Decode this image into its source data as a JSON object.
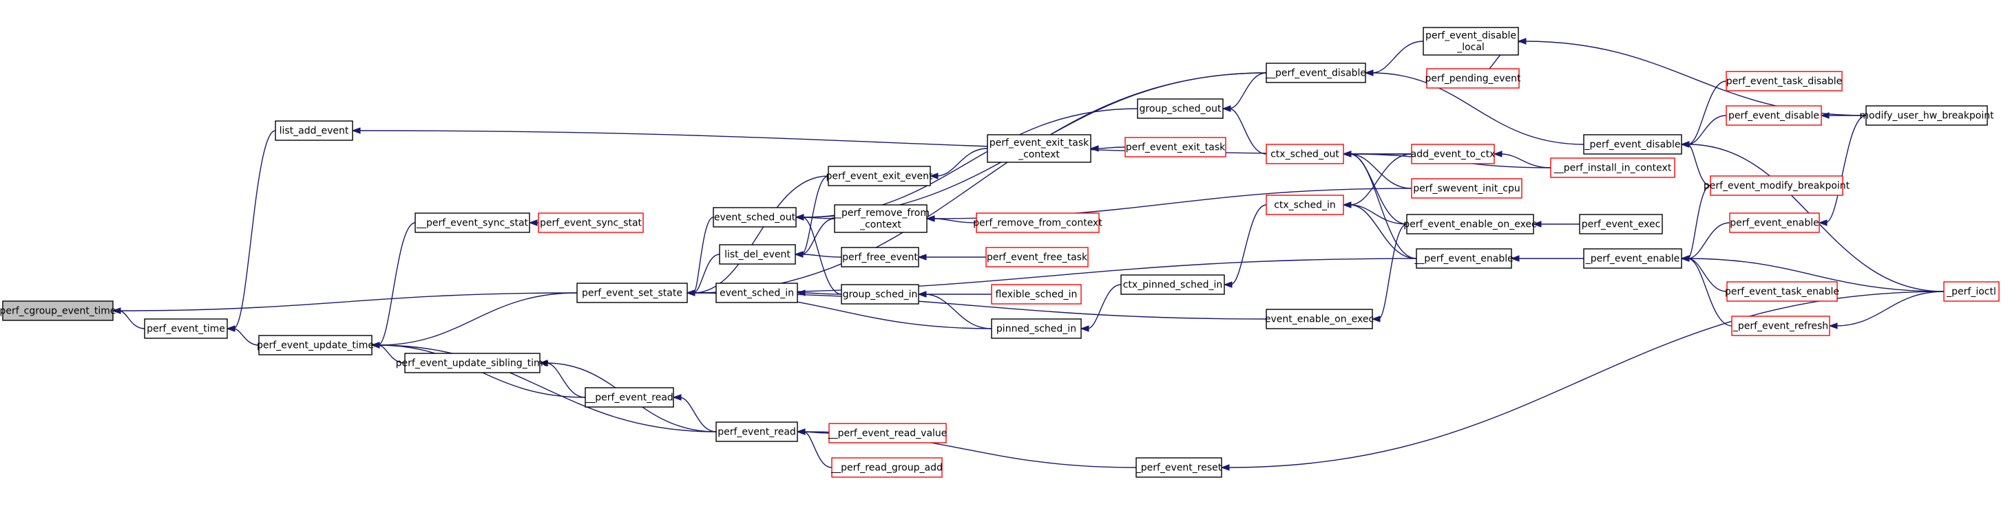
{
  "graph": {
    "nodes": [
      {
        "id": "n00",
        "lines": [
          "perf_cgroup_event_time"
        ],
        "kind": "root"
      },
      {
        "id": "n01",
        "lines": [
          "perf_event_time"
        ],
        "kind": "normal"
      },
      {
        "id": "n02",
        "lines": [
          "list_add_event"
        ],
        "kind": "normal"
      },
      {
        "id": "n03",
        "lines": [
          "perf_event_update_time"
        ],
        "kind": "normal"
      },
      {
        "id": "n04",
        "lines": [
          "__perf_event_sync_stat"
        ],
        "kind": "normal"
      },
      {
        "id": "n05",
        "lines": [
          "perf_event_update_sibling_time"
        ],
        "kind": "normal"
      },
      {
        "id": "n06",
        "lines": [
          "perf_event_set_state"
        ],
        "kind": "normal"
      },
      {
        "id": "n07",
        "lines": [
          "__perf_event_read"
        ],
        "kind": "normal"
      },
      {
        "id": "n08",
        "lines": [
          "perf_event_read"
        ],
        "kind": "normal"
      },
      {
        "id": "n09",
        "lines": [
          "perf_event_sync_stat"
        ],
        "kind": "red"
      },
      {
        "id": "n10",
        "lines": [
          "event_sched_out"
        ],
        "kind": "normal"
      },
      {
        "id": "n11",
        "lines": [
          "list_del_event"
        ],
        "kind": "normal"
      },
      {
        "id": "n12",
        "lines": [
          "event_sched_in"
        ],
        "kind": "normal"
      },
      {
        "id": "n13",
        "lines": [
          "perf_event_exit_event"
        ],
        "kind": "normal"
      },
      {
        "id": "n14",
        "lines": [
          "__perf_remove_from",
          "_context"
        ],
        "kind": "normal"
      },
      {
        "id": "n15",
        "lines": [
          "perf_free_event"
        ],
        "kind": "normal"
      },
      {
        "id": "n16",
        "lines": [
          "group_sched_in"
        ],
        "kind": "normal"
      },
      {
        "id": "n17",
        "lines": [
          "__perf_event_read_value"
        ],
        "kind": "red"
      },
      {
        "id": "n18",
        "lines": [
          "__perf_read_group_add"
        ],
        "kind": "red"
      },
      {
        "id": "n19",
        "lines": [
          "perf_event_exit_task",
          "_context"
        ],
        "kind": "normal"
      },
      {
        "id": "n20",
        "lines": [
          "perf_remove_from_context"
        ],
        "kind": "red"
      },
      {
        "id": "n21",
        "lines": [
          "perf_event_free_task"
        ],
        "kind": "red"
      },
      {
        "id": "n22",
        "lines": [
          "flexible_sched_in"
        ],
        "kind": "red"
      },
      {
        "id": "n23",
        "lines": [
          "pinned_sched_in"
        ],
        "kind": "normal"
      },
      {
        "id": "n24",
        "lines": [
          "group_sched_out"
        ],
        "kind": "normal"
      },
      {
        "id": "n25",
        "lines": [
          "perf_event_exit_task"
        ],
        "kind": "red"
      },
      {
        "id": "n26",
        "lines": [
          "ctx_pinned_sched_in"
        ],
        "kind": "normal"
      },
      {
        "id": "n27",
        "lines": [
          "_perf_event_reset"
        ],
        "kind": "normal"
      },
      {
        "id": "n28",
        "lines": [
          "__perf_event_disable"
        ],
        "kind": "normal"
      },
      {
        "id": "n29",
        "lines": [
          "ctx_sched_out"
        ],
        "kind": "red"
      },
      {
        "id": "n30",
        "lines": [
          "ctx_sched_in"
        ],
        "kind": "red"
      },
      {
        "id": "n31",
        "lines": [
          "event_enable_on_exec"
        ],
        "kind": "normal"
      },
      {
        "id": "n32",
        "lines": [
          "perf_event_disable",
          "_local"
        ],
        "kind": "normal"
      },
      {
        "id": "n33",
        "lines": [
          "perf_pending_event"
        ],
        "kind": "red"
      },
      {
        "id": "n34",
        "lines": [
          "add_event_to_ctx"
        ],
        "kind": "red"
      },
      {
        "id": "n35",
        "lines": [
          "perf_swevent_init_cpu"
        ],
        "kind": "red"
      },
      {
        "id": "n36",
        "lines": [
          "perf_event_enable_on_exec"
        ],
        "kind": "normal"
      },
      {
        "id": "n37",
        "lines": [
          "__perf_event_enable"
        ],
        "kind": "normal"
      },
      {
        "id": "n38",
        "lines": [
          "__perf_install_in_context"
        ],
        "kind": "red"
      },
      {
        "id": "n39",
        "lines": [
          "perf_event_exec"
        ],
        "kind": "normal"
      },
      {
        "id": "n40",
        "lines": [
          "_perf_event_disable"
        ],
        "kind": "normal"
      },
      {
        "id": "n41",
        "lines": [
          "_perf_event_enable"
        ],
        "kind": "normal"
      },
      {
        "id": "n42",
        "lines": [
          "perf_event_task_disable"
        ],
        "kind": "red"
      },
      {
        "id": "n43",
        "lines": [
          "perf_event_disable"
        ],
        "kind": "red"
      },
      {
        "id": "n44",
        "lines": [
          "perf_event_modify_breakpoint"
        ],
        "kind": "red"
      },
      {
        "id": "n45",
        "lines": [
          "perf_event_enable"
        ],
        "kind": "red"
      },
      {
        "id": "n46",
        "lines": [
          "perf_event_task_enable"
        ],
        "kind": "red"
      },
      {
        "id": "n47",
        "lines": [
          "_perf_event_refresh"
        ],
        "kind": "red"
      },
      {
        "id": "n48",
        "lines": [
          "modify_user_hw_breakpoint"
        ],
        "kind": "normal"
      },
      {
        "id": "n49",
        "lines": [
          "_perf_ioctl"
        ],
        "kind": "red"
      }
    ],
    "edges": [
      [
        "n00",
        "n01"
      ],
      [
        "n00",
        "n06"
      ],
      [
        "n01",
        "n02"
      ],
      [
        "n01",
        "n03"
      ],
      [
        "n02",
        "n34"
      ],
      [
        "n03",
        "n04"
      ],
      [
        "n03",
        "n05"
      ],
      [
        "n03",
        "n06"
      ],
      [
        "n03",
        "n07"
      ],
      [
        "n03",
        "n08"
      ],
      [
        "n04",
        "n09"
      ],
      [
        "n05",
        "n07"
      ],
      [
        "n05",
        "n08"
      ],
      [
        "n06",
        "n10"
      ],
      [
        "n06",
        "n11"
      ],
      [
        "n06",
        "n12"
      ],
      [
        "n06",
        "n13"
      ],
      [
        "n06",
        "n23"
      ],
      [
        "n06",
        "n28"
      ],
      [
        "n06",
        "n31"
      ],
      [
        "n06",
        "n37"
      ],
      [
        "n07",
        "n08"
      ],
      [
        "n08",
        "n17"
      ],
      [
        "n08",
        "n18"
      ],
      [
        "n08",
        "n27"
      ],
      [
        "n10",
        "n14"
      ],
      [
        "n10",
        "n16"
      ],
      [
        "n10",
        "n24"
      ],
      [
        "n10",
        "n28"
      ],
      [
        "n11",
        "n13"
      ],
      [
        "n11",
        "n14"
      ],
      [
        "n11",
        "n15"
      ],
      [
        "n12",
        "n16"
      ],
      [
        "n13",
        "n19"
      ],
      [
        "n14",
        "n20"
      ],
      [
        "n14",
        "n35"
      ],
      [
        "n15",
        "n21"
      ],
      [
        "n16",
        "n22"
      ],
      [
        "n16",
        "n23"
      ],
      [
        "n19",
        "n25"
      ],
      [
        "n23",
        "n26"
      ],
      [
        "n24",
        "n28"
      ],
      [
        "n24",
        "n29"
      ],
      [
        "n26",
        "n30"
      ],
      [
        "n27",
        "n49"
      ],
      [
        "n28",
        "n32"
      ],
      [
        "n28",
        "n40"
      ],
      [
        "n29",
        "n34"
      ],
      [
        "n29",
        "n35"
      ],
      [
        "n29",
        "n36"
      ],
      [
        "n29",
        "n37"
      ],
      [
        "n29",
        "n38"
      ],
      [
        "n30",
        "n34"
      ],
      [
        "n30",
        "n36"
      ],
      [
        "n30",
        "n37"
      ],
      [
        "n31",
        "n36"
      ],
      [
        "n32",
        "n33"
      ],
      [
        "n32",
        "n48"
      ],
      [
        "n34",
        "n38"
      ],
      [
        "n36",
        "n39"
      ],
      [
        "n37",
        "n41"
      ],
      [
        "n40",
        "n42"
      ],
      [
        "n40",
        "n43"
      ],
      [
        "n40",
        "n44"
      ],
      [
        "n40",
        "n49"
      ],
      [
        "n41",
        "n44"
      ],
      [
        "n41",
        "n45"
      ],
      [
        "n41",
        "n46"
      ],
      [
        "n41",
        "n47"
      ],
      [
        "n41",
        "n49"
      ],
      [
        "n43",
        "n48"
      ],
      [
        "n45",
        "n48"
      ],
      [
        "n47",
        "n49"
      ]
    ]
  }
}
